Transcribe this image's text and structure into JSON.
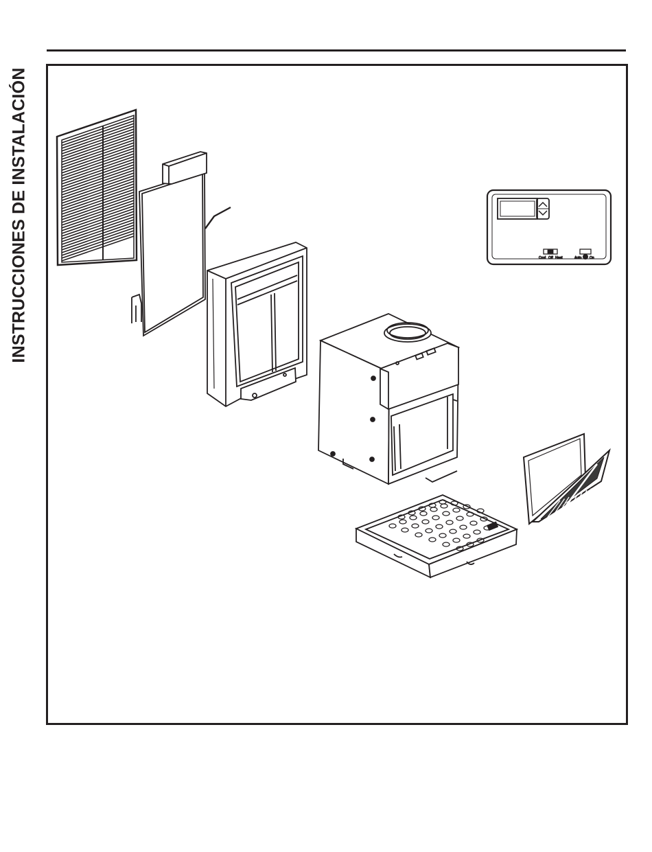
{
  "page": {
    "side_title": "INSTRUCCIONES DE INSTALACIÓN"
  },
  "figure": {
    "thermostat": {
      "mode_labels": [
        "Cool",
        "Off",
        "Heat"
      ],
      "fan_labels": [
        "Auto",
        "On"
      ]
    },
    "icons": {
      "grille": "front-grille-icon",
      "panel": "gasket-panel-icon",
      "sleeve": "wall-sleeve-icon",
      "chassis": "chassis-unit-icon",
      "thermostat": "wall-thermostat-icon",
      "filter": "air-filter-icon",
      "drain_pan": "drain-pan-icon"
    }
  }
}
